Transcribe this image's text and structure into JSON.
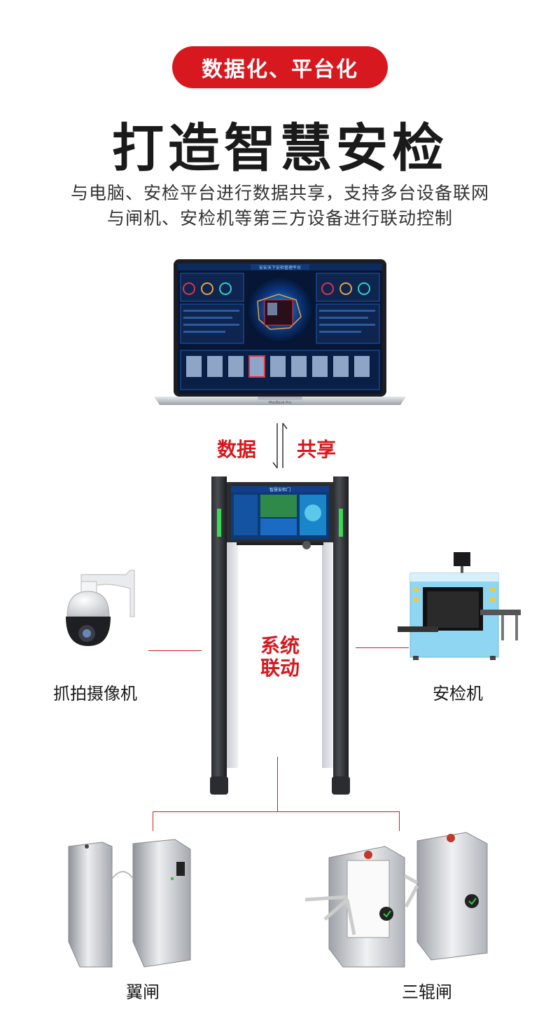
{
  "header": {
    "badge": "数据化、平台化",
    "title": "打造智慧安检",
    "subtitle_line1": "与电脑、安检平台进行数据共享，支持多台设备联网",
    "subtitle_line2": "与闸机、安检机等第三方设备进行联动控制"
  },
  "laptop": {
    "screen_title": "安安天下安检管理平台",
    "brand": "MacBook Pro"
  },
  "arrows": {
    "left_label": "数据",
    "right_label": "共享"
  },
  "gate": {
    "screen_title": "智慧安检门",
    "center_label_1": "系统",
    "center_label_2": "联动"
  },
  "devices": {
    "camera_label": "抓拍摄像机",
    "xray_label": "安检机",
    "flap_gate_label": "翼闸",
    "tripod_label": "三辊闸"
  },
  "colors": {
    "accent": "#d7181f",
    "text": "#1a1a1a"
  }
}
